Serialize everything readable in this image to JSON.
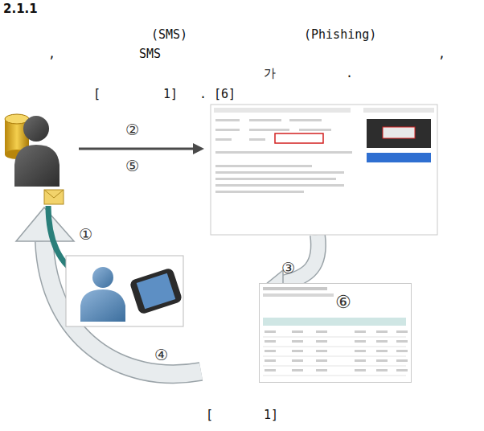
{
  "diagram": {
    "title": "2.1.1",
    "nodes": [
      {
        "text": [
          "⑥"
        ]
      }
    ],
    "labels": [
      "(SMS)",
      "(Phishing)",
      ",",
      "SMS",
      ",",
      "가",
      ".",
      "[",
      "1]",
      ". [6]",
      "②",
      "⑤",
      "①",
      "③",
      "④",
      "[",
      "1]"
    ]
  }
}
